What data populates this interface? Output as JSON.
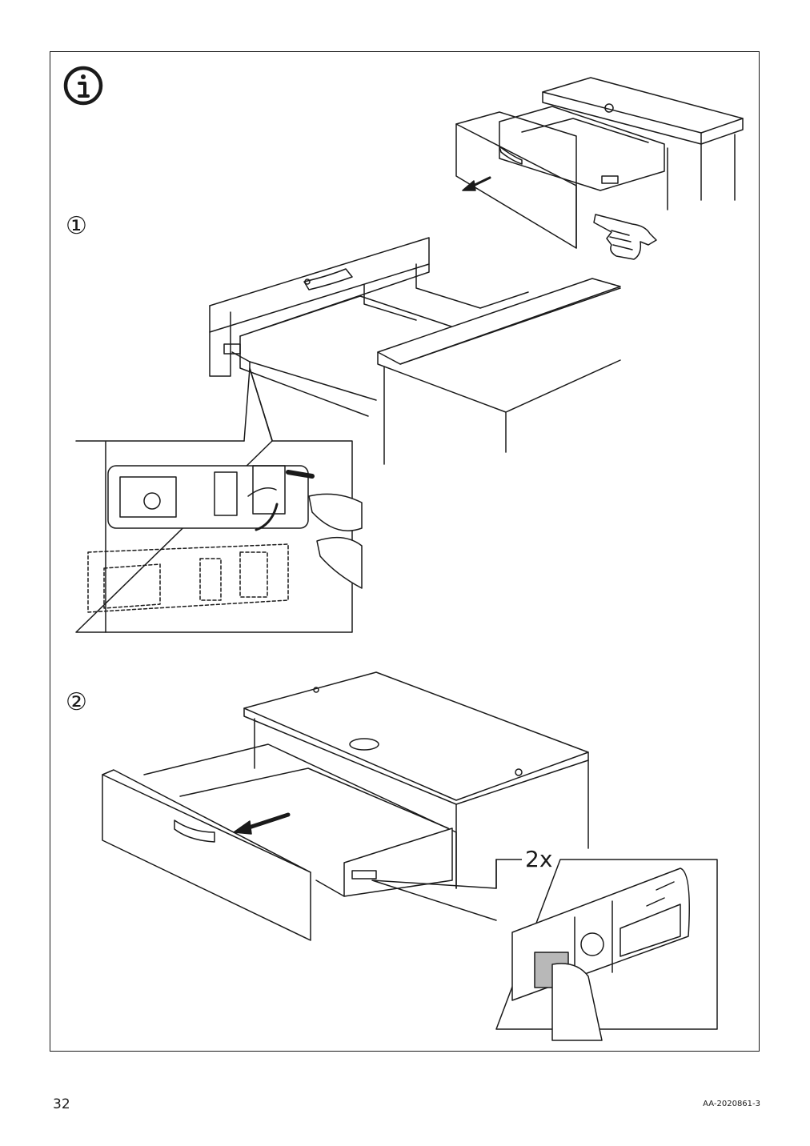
{
  "header": {
    "info_icon": "info-icon"
  },
  "steps": [
    {
      "number": "①",
      "icon": "finger-press-icon"
    },
    {
      "number": "②",
      "count": "2x"
    }
  ],
  "footer": {
    "page_number": "32",
    "document_code": "AA-2020861-3"
  }
}
